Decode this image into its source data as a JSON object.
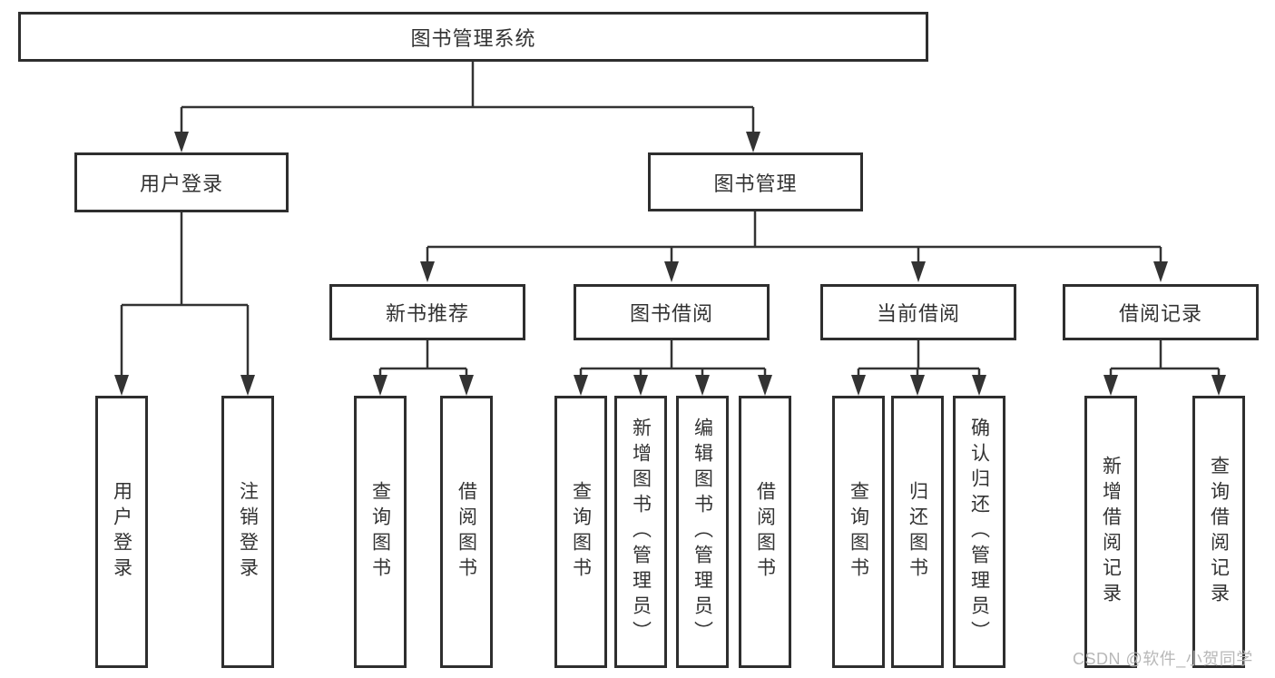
{
  "diagram": {
    "root": {
      "label": "图书管理系统"
    },
    "level2": {
      "user_login": {
        "label": "用户登录"
      },
      "book_management": {
        "label": "图书管理"
      }
    },
    "level3": {
      "new_book_recommend": {
        "label": "新书推荐"
      },
      "book_borrow": {
        "label": "图书借阅"
      },
      "current_borrow": {
        "label": "当前借阅"
      },
      "borrow_records": {
        "label": "借阅记录"
      }
    },
    "leaves": {
      "user_login": [
        "用户登录",
        "注销登录"
      ],
      "new_book_recommend": [
        "查询图书",
        "借阅图书"
      ],
      "book_borrow": [
        "查询图书",
        "新增图书（管理员）",
        "编辑图书（管理员）",
        "借阅图书"
      ],
      "current_borrow": [
        "查询图书",
        "归还图书",
        "确认归还（管理员）"
      ],
      "borrow_records": [
        "新增借阅记录",
        "查询借阅记录"
      ]
    }
  },
  "watermark": {
    "text": "CSDN @软件_小贺同学",
    "color": "#b8b8b8"
  },
  "colors": {
    "line": "#333333",
    "box_border": "#2e2e2e",
    "text": "#333333",
    "background": "#ffffff"
  }
}
